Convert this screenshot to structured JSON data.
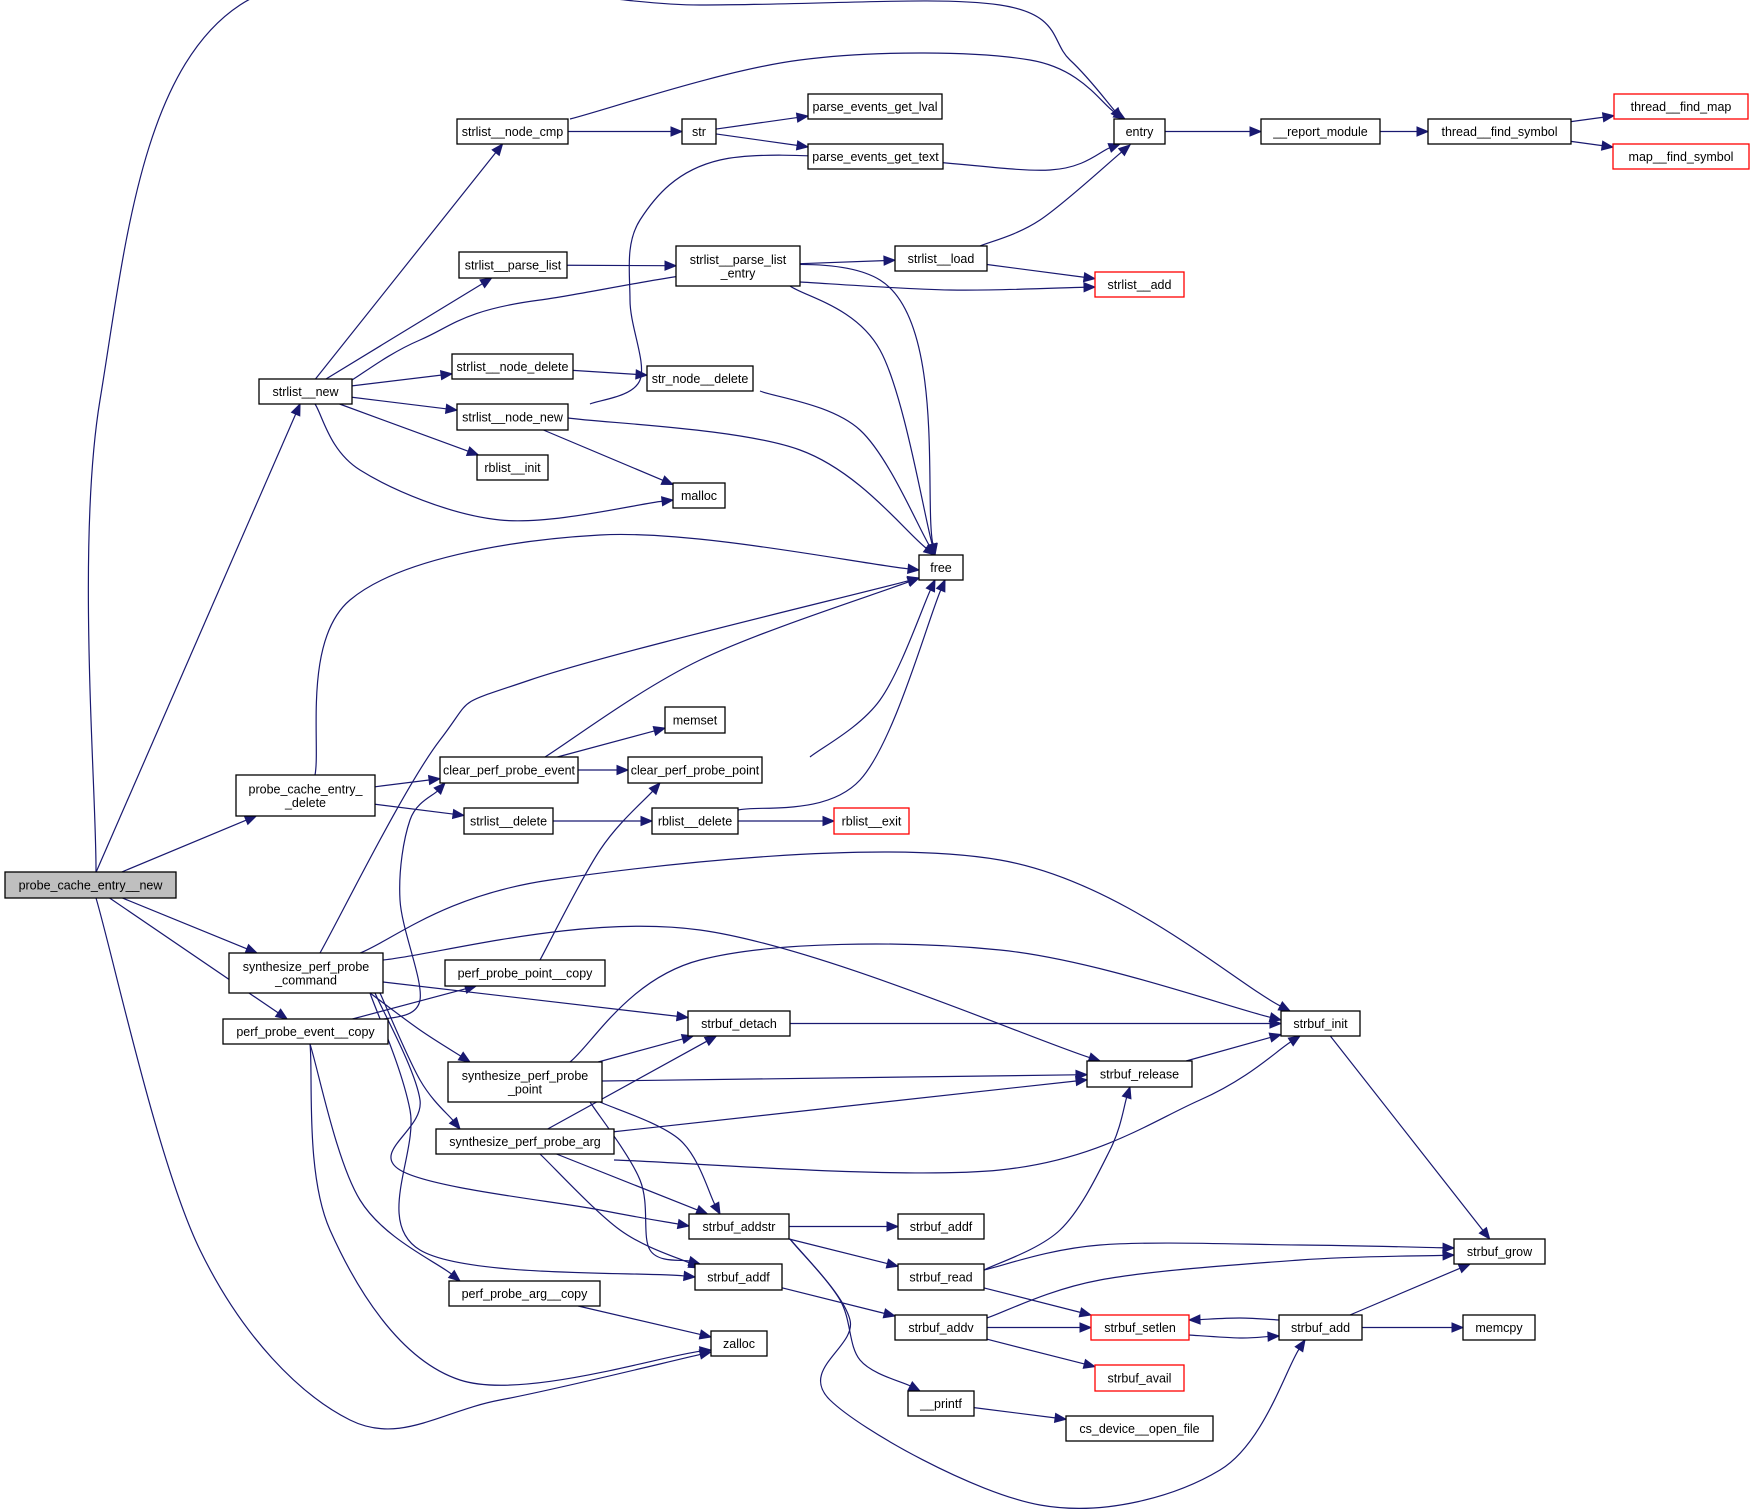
{
  "diagram": {
    "type": "call-graph",
    "root": "probe_cache_entry__new",
    "colors": {
      "edge": "#191970",
      "node_border": "#000000",
      "external_node_border": "#ff0000",
      "root_fill": "#bfbfbf"
    },
    "nodes": [
      {
        "id": "probe_cache_entry__new",
        "lines": [
          "probe_cache_entry__new"
        ],
        "kind": "root"
      },
      {
        "id": "entry",
        "lines": [
          "entry"
        ],
        "kind": "normal"
      },
      {
        "id": "__report_module",
        "lines": [
          "__report_module"
        ],
        "kind": "normal"
      },
      {
        "id": "thread__find_symbol",
        "lines": [
          "thread__find_symbol"
        ],
        "kind": "normal"
      },
      {
        "id": "thread__find_map",
        "lines": [
          "thread__find_map"
        ],
        "kind": "external"
      },
      {
        "id": "map__find_symbol",
        "lines": [
          "map__find_symbol"
        ],
        "kind": "external"
      },
      {
        "id": "strlist__node_cmp",
        "lines": [
          "strlist__node_cmp"
        ],
        "kind": "normal"
      },
      {
        "id": "str",
        "lines": [
          "str"
        ],
        "kind": "normal"
      },
      {
        "id": "parse_events_get_lval",
        "lines": [
          "parse_events_get_lval"
        ],
        "kind": "normal"
      },
      {
        "id": "parse_events_get_text",
        "lines": [
          "parse_events_get_text"
        ],
        "kind": "normal"
      },
      {
        "id": "strlist__parse_list",
        "lines": [
          "strlist__parse_list"
        ],
        "kind": "normal"
      },
      {
        "id": "strlist__parse_list_entry",
        "lines": [
          "strlist__parse_list",
          "_entry"
        ],
        "kind": "normal"
      },
      {
        "id": "strlist__load",
        "lines": [
          "strlist__load"
        ],
        "kind": "normal"
      },
      {
        "id": "strlist__add",
        "lines": [
          "strlist__add"
        ],
        "kind": "external"
      },
      {
        "id": "strlist__new",
        "lines": [
          "strlist__new"
        ],
        "kind": "normal"
      },
      {
        "id": "strlist__node_delete",
        "lines": [
          "strlist__node_delete"
        ],
        "kind": "normal"
      },
      {
        "id": "str_node__delete",
        "lines": [
          "str_node__delete"
        ],
        "kind": "normal"
      },
      {
        "id": "strlist__node_new",
        "lines": [
          "strlist__node_new"
        ],
        "kind": "normal"
      },
      {
        "id": "rblist__init",
        "lines": [
          "rblist__init"
        ],
        "kind": "normal"
      },
      {
        "id": "malloc",
        "lines": [
          "malloc"
        ],
        "kind": "normal"
      },
      {
        "id": "free",
        "lines": [
          "free"
        ],
        "kind": "normal"
      },
      {
        "id": "memset",
        "lines": [
          "memset"
        ],
        "kind": "normal"
      },
      {
        "id": "probe_cache_entry__delete",
        "lines": [
          "probe_cache_entry_",
          "_delete"
        ],
        "kind": "normal"
      },
      {
        "id": "clear_perf_probe_event",
        "lines": [
          "clear_perf_probe_event"
        ],
        "kind": "normal"
      },
      {
        "id": "clear_perf_probe_point",
        "lines": [
          "clear_perf_probe_point"
        ],
        "kind": "normal"
      },
      {
        "id": "strlist__delete",
        "lines": [
          "strlist__delete"
        ],
        "kind": "normal"
      },
      {
        "id": "rblist__delete",
        "lines": [
          "rblist__delete"
        ],
        "kind": "normal"
      },
      {
        "id": "rblist__exit",
        "lines": [
          "rblist__exit"
        ],
        "kind": "external"
      },
      {
        "id": "synthesize_perf_probe_command",
        "lines": [
          "synthesize_perf_probe",
          "_command"
        ],
        "kind": "normal"
      },
      {
        "id": "perf_probe_event__copy",
        "lines": [
          "perf_probe_event__copy"
        ],
        "kind": "normal"
      },
      {
        "id": "perf_probe_point__copy",
        "lines": [
          "perf_probe_point__copy"
        ],
        "kind": "normal"
      },
      {
        "id": "strbuf_detach",
        "lines": [
          "strbuf_detach"
        ],
        "kind": "normal"
      },
      {
        "id": "strbuf_init",
        "lines": [
          "strbuf_init"
        ],
        "kind": "normal"
      },
      {
        "id": "synthesize_perf_probe_point",
        "lines": [
          "synthesize_perf_probe",
          "_point"
        ],
        "kind": "normal"
      },
      {
        "id": "strbuf_release",
        "lines": [
          "strbuf_release"
        ],
        "kind": "normal"
      },
      {
        "id": "synthesize_perf_probe_arg",
        "lines": [
          "synthesize_perf_probe_arg"
        ],
        "kind": "normal"
      },
      {
        "id": "strbuf_addstr",
        "lines": [
          "strbuf_addstr"
        ],
        "kind": "normal"
      },
      {
        "id": "strbuf_addf_2",
        "lines": [
          "strbuf_addf"
        ],
        "kind": "normal"
      },
      {
        "id": "strbuf_addf",
        "lines": [
          "strbuf_addf"
        ],
        "kind": "normal"
      },
      {
        "id": "strbuf_read",
        "lines": [
          "strbuf_read"
        ],
        "kind": "normal"
      },
      {
        "id": "strbuf_grow",
        "lines": [
          "strbuf_grow"
        ],
        "kind": "normal"
      },
      {
        "id": "perf_probe_arg__copy",
        "lines": [
          "perf_probe_arg__copy"
        ],
        "kind": "normal"
      },
      {
        "id": "zalloc",
        "lines": [
          "zalloc"
        ],
        "kind": "normal"
      },
      {
        "id": "strbuf_addv",
        "lines": [
          "strbuf_addv"
        ],
        "kind": "normal"
      },
      {
        "id": "strbuf_setlen",
        "lines": [
          "strbuf_setlen"
        ],
        "kind": "external"
      },
      {
        "id": "strbuf_add",
        "lines": [
          "strbuf_add"
        ],
        "kind": "normal"
      },
      {
        "id": "memcpy",
        "lines": [
          "memcpy"
        ],
        "kind": "normal"
      },
      {
        "id": "strbuf_avail",
        "lines": [
          "strbuf_avail"
        ],
        "kind": "external"
      },
      {
        "id": "__printf",
        "lines": [
          "__printf"
        ],
        "kind": "normal"
      },
      {
        "id": "cs_device__open_file",
        "lines": [
          "cs_device__open_file"
        ],
        "kind": "normal"
      }
    ],
    "edges": [
      [
        "probe_cache_entry__new",
        "entry"
      ],
      [
        "probe_cache_entry__new",
        "strlist__new"
      ],
      [
        "probe_cache_entry__new",
        "probe_cache_entry__delete"
      ],
      [
        "probe_cache_entry__new",
        "synthesize_perf_probe_command"
      ],
      [
        "probe_cache_entry__new",
        "perf_probe_event__copy"
      ],
      [
        "probe_cache_entry__new",
        "zalloc"
      ],
      [
        "entry",
        "__report_module"
      ],
      [
        "__report_module",
        "thread__find_symbol"
      ],
      [
        "thread__find_symbol",
        "thread__find_map"
      ],
      [
        "thread__find_symbol",
        "map__find_symbol"
      ],
      [
        "strlist__new",
        "strlist__node_cmp"
      ],
      [
        "strlist__new",
        "strlist__parse_list"
      ],
      [
        "strlist__new",
        "free"
      ],
      [
        "strlist__new",
        "strlist__node_delete"
      ],
      [
        "strlist__new",
        "strlist__node_new"
      ],
      [
        "strlist__new",
        "rblist__init"
      ],
      [
        "strlist__new",
        "malloc"
      ],
      [
        "strlist__node_cmp",
        "entry"
      ],
      [
        "strlist__node_cmp",
        "str"
      ],
      [
        "str",
        "parse_events_get_lval"
      ],
      [
        "str",
        "parse_events_get_text"
      ],
      [
        "strlist__parse_list",
        "strlist__parse_list_entry"
      ],
      [
        "strlist__parse_list_entry",
        "strlist__load"
      ],
      [
        "strlist__parse_list_entry",
        "strlist__add"
      ],
      [
        "strlist__parse_list_entry",
        "free"
      ],
      [
        "strlist__load",
        "entry"
      ],
      [
        "strlist__load",
        "strlist__add"
      ],
      [
        "strlist__node_delete",
        "str_node__delete"
      ],
      [
        "str_node__delete",
        "free"
      ],
      [
        "strlist__node_new",
        "entry"
      ],
      [
        "strlist__node_new",
        "free"
      ],
      [
        "strlist__node_new",
        "malloc"
      ],
      [
        "probe_cache_entry__delete",
        "free"
      ],
      [
        "probe_cache_entry__delete",
        "clear_perf_probe_event"
      ],
      [
        "probe_cache_entry__delete",
        "strlist__delete"
      ],
      [
        "clear_perf_probe_event",
        "free"
      ],
      [
        "clear_perf_probe_event",
        "memset"
      ],
      [
        "clear_perf_probe_event",
        "clear_perf_probe_point"
      ],
      [
        "clear_perf_probe_point",
        "free"
      ],
      [
        "strlist__delete",
        "rblist__delete"
      ],
      [
        "rblist__delete",
        "free"
      ],
      [
        "rblist__delete",
        "rblist__exit"
      ],
      [
        "synthesize_perf_probe_command",
        "free"
      ],
      [
        "synthesize_perf_probe_command",
        "strbuf_init"
      ],
      [
        "synthesize_perf_probe_command",
        "strbuf_release"
      ],
      [
        "synthesize_perf_probe_command",
        "strbuf_detach"
      ],
      [
        "synthesize_perf_probe_command",
        "synthesize_perf_probe_point"
      ],
      [
        "synthesize_perf_probe_command",
        "synthesize_perf_probe_arg"
      ],
      [
        "synthesize_perf_probe_command",
        "strbuf_addstr"
      ],
      [
        "synthesize_perf_probe_command",
        "strbuf_addf"
      ],
      [
        "perf_probe_event__copy",
        "clear_perf_probe_event"
      ],
      [
        "perf_probe_event__copy",
        "perf_probe_point__copy"
      ],
      [
        "perf_probe_event__copy",
        "perf_probe_arg__copy"
      ],
      [
        "perf_probe_event__copy",
        "zalloc"
      ],
      [
        "perf_probe_point__copy",
        "clear_perf_probe_point"
      ],
      [
        "strbuf_detach",
        "strbuf_init"
      ],
      [
        "synthesize_perf_probe_point",
        "strbuf_init"
      ],
      [
        "synthesize_perf_probe_point",
        "strbuf_detach"
      ],
      [
        "synthesize_perf_probe_point",
        "strbuf_release"
      ],
      [
        "synthesize_perf_probe_point",
        "strbuf_addstr"
      ],
      [
        "synthesize_perf_probe_point",
        "strbuf_addf"
      ],
      [
        "synthesize_perf_probe_arg",
        "strbuf_detach"
      ],
      [
        "synthesize_perf_probe_arg",
        "strbuf_release"
      ],
      [
        "synthesize_perf_probe_arg",
        "strbuf_init"
      ],
      [
        "synthesize_perf_probe_arg",
        "strbuf_addstr"
      ],
      [
        "synthesize_perf_probe_arg",
        "strbuf_addf"
      ],
      [
        "strbuf_release",
        "strbuf_init"
      ],
      [
        "strbuf_init",
        "strbuf_grow"
      ],
      [
        "strbuf_addstr",
        "strbuf_addf_2"
      ],
      [
        "strbuf_addstr",
        "strbuf_read"
      ],
      [
        "strbuf_addstr",
        "__printf"
      ],
      [
        "strbuf_addstr",
        "strbuf_add"
      ],
      [
        "strbuf_addf",
        "strbuf_addv"
      ],
      [
        "strbuf_read",
        "strbuf_release"
      ],
      [
        "strbuf_read",
        "strbuf_grow"
      ],
      [
        "strbuf_read",
        "strbuf_setlen"
      ],
      [
        "strbuf_addv",
        "strbuf_grow"
      ],
      [
        "strbuf_addv",
        "strbuf_setlen"
      ],
      [
        "strbuf_addv",
        "strbuf_avail"
      ],
      [
        "strbuf_setlen",
        "strbuf_add"
      ],
      [
        "strbuf_add",
        "strbuf_setlen"
      ],
      [
        "strbuf_add",
        "strbuf_grow"
      ],
      [
        "strbuf_add",
        "memcpy"
      ],
      [
        "perf_probe_arg__copy",
        "zalloc"
      ],
      [
        "__printf",
        "cs_device__open_file"
      ]
    ]
  }
}
